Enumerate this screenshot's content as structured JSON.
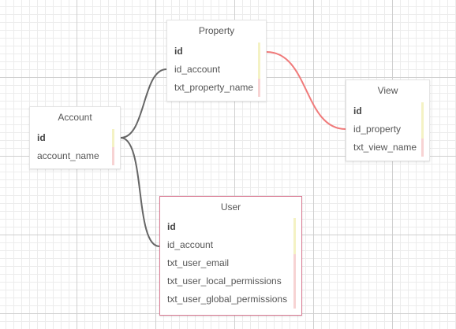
{
  "entities": {
    "property": {
      "title": "Property",
      "fields": [
        {
          "name": "id",
          "key": true
        },
        {
          "name": "id_account",
          "key": false
        },
        {
          "name": "txt_property_name",
          "key": false
        }
      ]
    },
    "view": {
      "title": "View",
      "fields": [
        {
          "name": "id",
          "key": true
        },
        {
          "name": "id_property",
          "key": false
        },
        {
          "name": "txt_view_name",
          "key": false
        }
      ]
    },
    "account": {
      "title": "Account",
      "fields": [
        {
          "name": "id",
          "key": true
        },
        {
          "name": "account_name",
          "key": false
        }
      ]
    },
    "user": {
      "title": "User",
      "selected": true,
      "fields": [
        {
          "name": "id",
          "key": true
        },
        {
          "name": "id_account",
          "key": false
        },
        {
          "name": "txt_user_email",
          "key": false
        },
        {
          "name": "txt_user_local_permissions",
          "key": false
        },
        {
          "name": "txt_user_global_permissions",
          "key": false
        }
      ]
    }
  },
  "relations": [
    {
      "from": "account.id",
      "to": "property.id_account",
      "color": "#666666"
    },
    {
      "from": "account.id",
      "to": "user.id_account",
      "color": "#666666"
    },
    {
      "from": "property.id",
      "to": "view.id_property",
      "color": "#f07b7b"
    }
  ],
  "colors": {
    "key_bar": "#f4f2c4",
    "field_bar": "#f7d3d3",
    "selected_border": "#d97a93",
    "neutral_link": "#666666",
    "highlight_link": "#f07b7b"
  }
}
